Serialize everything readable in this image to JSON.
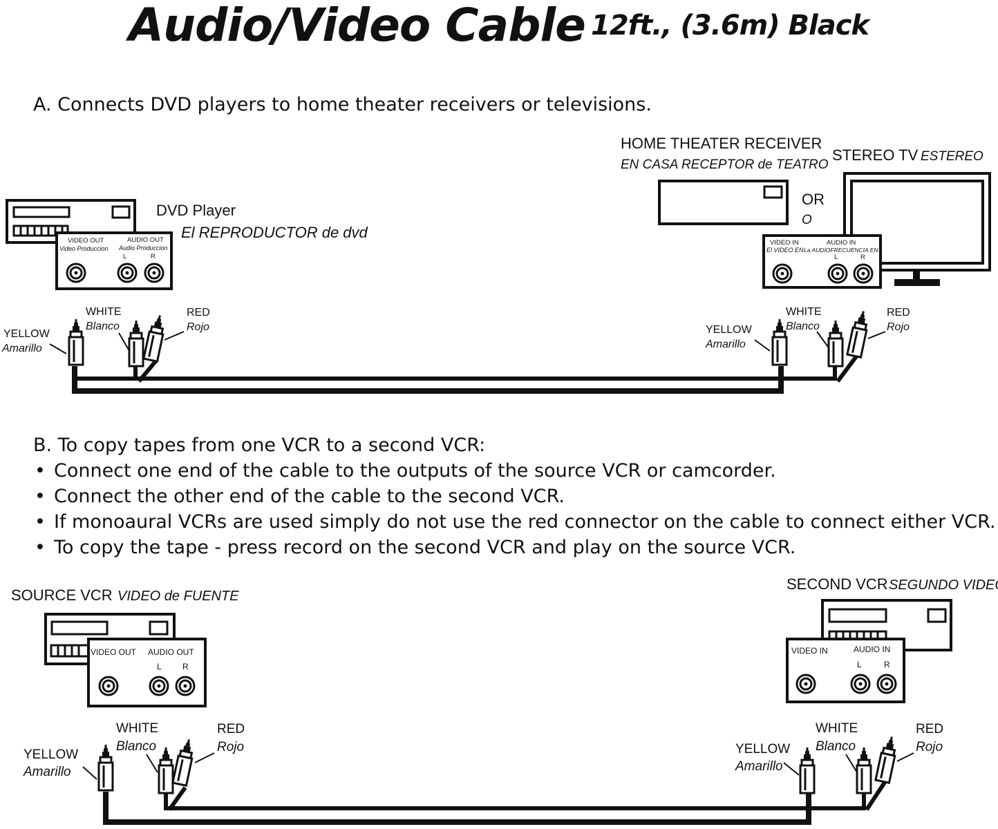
{
  "header": {
    "title": "Audio/Video Cable",
    "subtitle": "12ft., (3.6m) Black"
  },
  "section_a": {
    "intro": "A. Connects DVD players to home theater receivers or televisions.",
    "dvd_player": {
      "label": "DVD Player",
      "label_es": "El REPRODUCTOR de dvd",
      "video_out": "VIDEO OUT",
      "video_out_es": "Video Produccion",
      "audio_out": "AUDIO OUT",
      "audio_out_es": "Audio Produccion",
      "l": "L",
      "r": "R"
    },
    "receiver": {
      "label": "HOME THEATER RECEIVER",
      "label_es": "EN CASA RECEPTOR de TEATRO"
    },
    "or": {
      "en": "OR",
      "es": "O"
    },
    "tv": {
      "label": "STEREO TV",
      "label_es": "ESTEREO",
      "video_in": "VIDEO IN",
      "video_in_es": "El VIDEO EN",
      "audio_in": "AUDIO IN",
      "audio_in_es": "La AUDIOFRECUENCIA EN",
      "l": "L",
      "r": "R"
    }
  },
  "section_b": {
    "intro": "B. To copy tapes from one VCR to a second VCR:",
    "bullets": [
      "Connect one end of the cable to the outputs of the source VCR or camcorder.",
      "Connect the other end of the cable to the second VCR.",
      "If monoaural VCRs are used simply do not use the red connector on the cable to connect either VCR.",
      "To copy the tape - press record on the second VCR and play on the source VCR."
    ],
    "bullet_symbol": "•",
    "source_vcr": {
      "label": "SOURCE VCR",
      "label_es": "VIDEO de FUENTE",
      "video_out": "VIDEO OUT",
      "audio_out": "AUDIO OUT",
      "l": "L",
      "r": "R"
    },
    "second_vcr": {
      "label": "SECOND VCR",
      "label_es": "SEGUNDO VIDEO",
      "video_in": "VIDEO IN",
      "audio_in": "AUDIO IN",
      "l": "L",
      "r": "R"
    }
  },
  "connectors": {
    "yellow": "YELLOW",
    "yellow_es": "Amarillo",
    "white": "WHITE",
    "white_es": "Blanco",
    "red": "RED",
    "red_es": "Rojo"
  }
}
